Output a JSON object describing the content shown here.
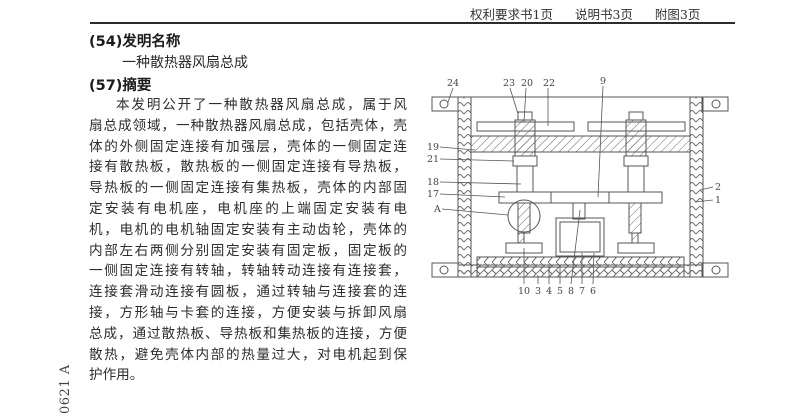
{
  "header": {
    "tabs": [
      "权利要求书1页",
      "说明书3页",
      "附图3页"
    ]
  },
  "sections": {
    "title_heading": "(54)发明名称",
    "title": "一种散热器风扇总成",
    "abstract_heading": "(57)摘要",
    "abstract_lines": [
      "本发明公开了一种散热器风扇总成，属于风",
      "扇总成领域，一种散热器风扇总成，包括壳体，壳",
      "体的外侧固定连接有加强层，壳体的一侧固定连",
      "接有散热板，散热板的一侧固定连接有导热板，",
      "导热板的一侧固定连接有集热板，壳体的内部固",
      "定安装有电机座，电机座的上端固定安装有电",
      "机，电机的电机轴固定安装有主动齿轮，壳体的",
      "内部左右两侧分别固定安装有固定板，固定板的",
      "一侧固定连接有转轴，转轴转动连接有连接套，",
      "连接套滑动连接有圆板，通过转轴与连接套的连",
      "接，方形轴与卡套的连接，方便安装与拆卸风扇",
      "总成，通过散热板、导热板和集热板的连接，方便",
      "散热，避免壳体内部的热量过大，对电机起到保",
      "护作用。"
    ]
  },
  "side_id": "0621 A",
  "figure": {
    "labels": {
      "l24": "24",
      "l23": "23",
      "l20": "20",
      "l22": "22",
      "l9": "9",
      "l19": "19",
      "l21": "21",
      "l18": "18",
      "l17": "17",
      "lA": "A",
      "l2": "2",
      "l1": "1",
      "l10": "10",
      "l3": "3",
      "l4": "4",
      "l5": "5",
      "l8": "8",
      "l7": "7",
      "l6": "6"
    }
  }
}
